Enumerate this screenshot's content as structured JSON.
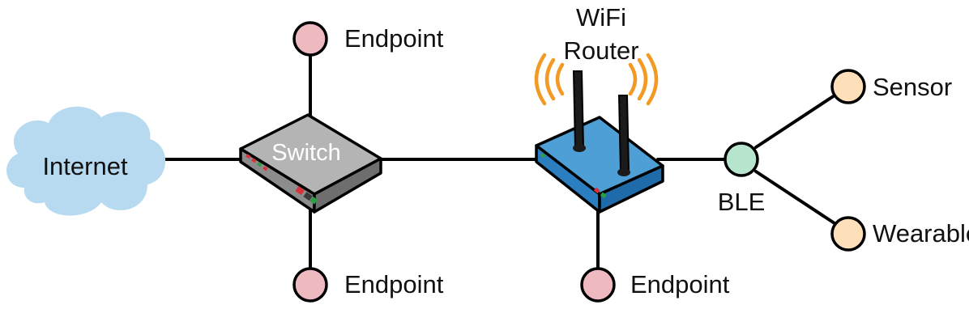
{
  "labels": {
    "internet": "Internet",
    "switch": "Switch",
    "router_line1": "WiFi",
    "router_line2": "Router",
    "ble": "BLE",
    "endpoint_top": "Endpoint",
    "endpoint_bottom_left": "Endpoint",
    "endpoint_bottom_right": "Endpoint",
    "sensor": "Sensor",
    "wearable": "Wearable"
  },
  "colors": {
    "endpoint_fill": "#efb9c0",
    "sensor_fill": "#fde0ba",
    "ble_fill": "#b6e4cd",
    "cloud_fill": "#b7daf0",
    "switch_top": "#b4b4b4",
    "switch_side": "#7e7e7e",
    "router_top": "#4d9fd6",
    "router_side": "#1f6aa8",
    "wave": "#f39a25"
  }
}
